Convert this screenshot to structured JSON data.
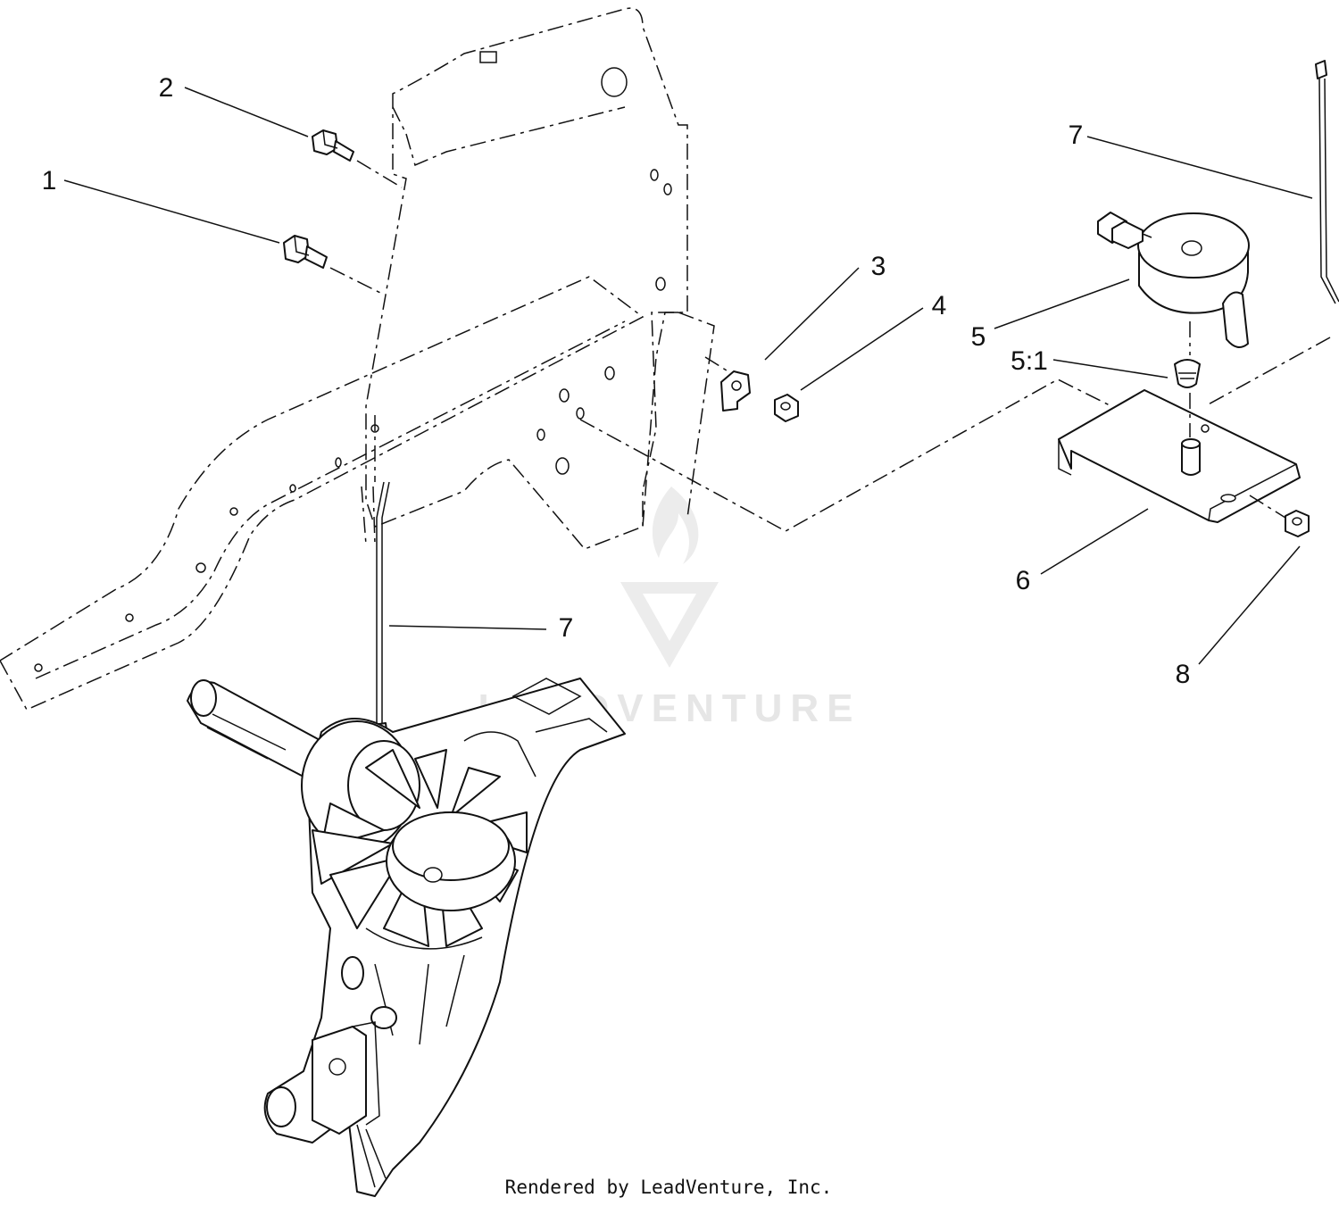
{
  "diagram": {
    "callouts": [
      {
        "id": "c1",
        "label": "1"
      },
      {
        "id": "c2",
        "label": "2"
      },
      {
        "id": "c3",
        "label": "3"
      },
      {
        "id": "c4",
        "label": "4"
      },
      {
        "id": "c5",
        "label": "5"
      },
      {
        "id": "c5-1",
        "label": "5:1"
      },
      {
        "id": "c6",
        "label": "6"
      },
      {
        "id": "c7a",
        "label": "7"
      },
      {
        "id": "c7b",
        "label": "7"
      },
      {
        "id": "c8",
        "label": "8"
      }
    ],
    "watermark": {
      "text": "LEADVENTURE"
    },
    "footer": {
      "text": "Rendered by LeadVenture, Inc."
    }
  },
  "colors": {
    "line": "#111111",
    "background": "#ffffff",
    "watermark": "#e6e6e6"
  }
}
